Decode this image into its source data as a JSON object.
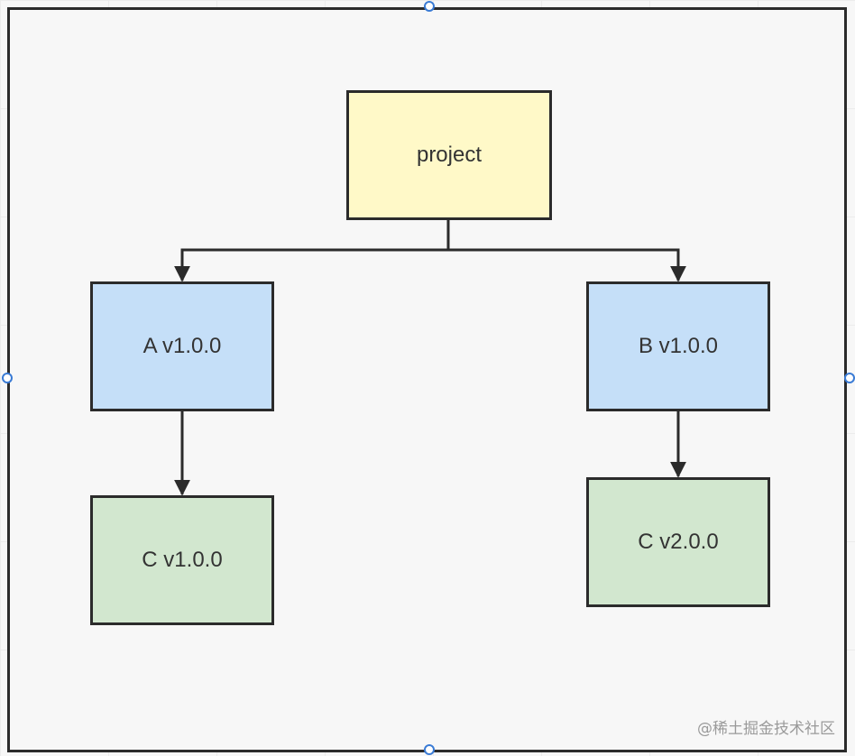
{
  "nodes": {
    "project": "project",
    "a": "A v1.0.0",
    "b": "B v1.0.0",
    "c1": "C v1.0.0",
    "c2": "C v2.0.0"
  },
  "colors": {
    "root": "#fff9c8",
    "dependency": "#c5dff8",
    "transitive": "#d2e7cf",
    "stroke": "#2b2b2b",
    "selection_handle": "#3a7bd5"
  },
  "watermark": "@稀土掘金技术社区"
}
